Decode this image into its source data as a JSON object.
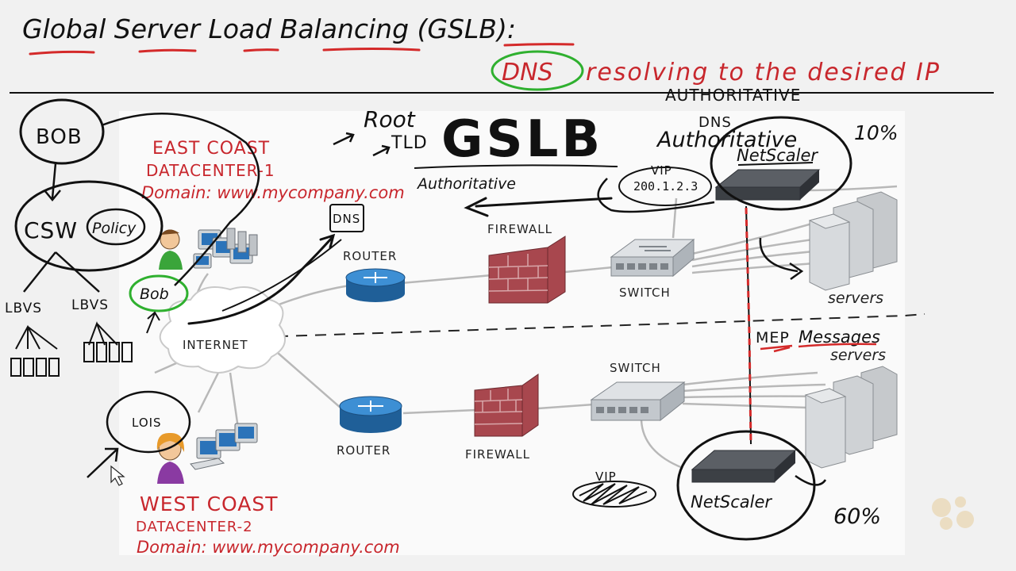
{
  "header": {
    "title": "Global Server Load Balancing (GSLB):",
    "subtitle_dns": "DNS",
    "subtitle_rest": "resolving to the desired IP"
  },
  "gslb": {
    "title": "GSLB",
    "root": "Root",
    "tld": "TLD",
    "authoritative_lower": "Authoritative",
    "authoritative_upper": "AUTHORITATIVE",
    "authoritative_script": "Authoritative",
    "dns_small": "DNS",
    "dns_box": "DNS"
  },
  "east": {
    "title": "EAST COAST",
    "datacenter": "DATACENTER-1",
    "domain": "Domain: www.mycompany.com",
    "router": "ROUTER",
    "firewall": "FIREWALL",
    "switch": "SWITCH",
    "servers": "servers",
    "netscaler": "NetScaler",
    "vip_label": "VIP",
    "vip_ip": "200.1.2.3",
    "percent": "10%"
  },
  "west": {
    "title": "WEST COAST",
    "datacenter": "DATACENTER-2",
    "domain": "Domain: www.mycompany.com",
    "router": "ROUTER",
    "firewall": "FIREWALL",
    "switch": "SWITCH",
    "servers": "servers",
    "netscaler": "NetScaler",
    "vip_label": "VIP",
    "percent": "60%"
  },
  "internet": "INTERNET",
  "mep": {
    "a": "MEP",
    "b": "Messages"
  },
  "users": {
    "bob": "BOB",
    "bob2": "Bob",
    "lois": "LOIS"
  },
  "left": {
    "csw": "CSW",
    "policy": "Policy",
    "lbvs1": "LBVS",
    "lbvs2": "LBVS"
  },
  "colors": {
    "red": "#c8272d",
    "green": "#2fb02f",
    "router_blue": "#2f7fc1",
    "firewall_red": "#a8474e",
    "device_gray": "#b9bcc0",
    "netscaler_dark": "#4a4d52"
  }
}
